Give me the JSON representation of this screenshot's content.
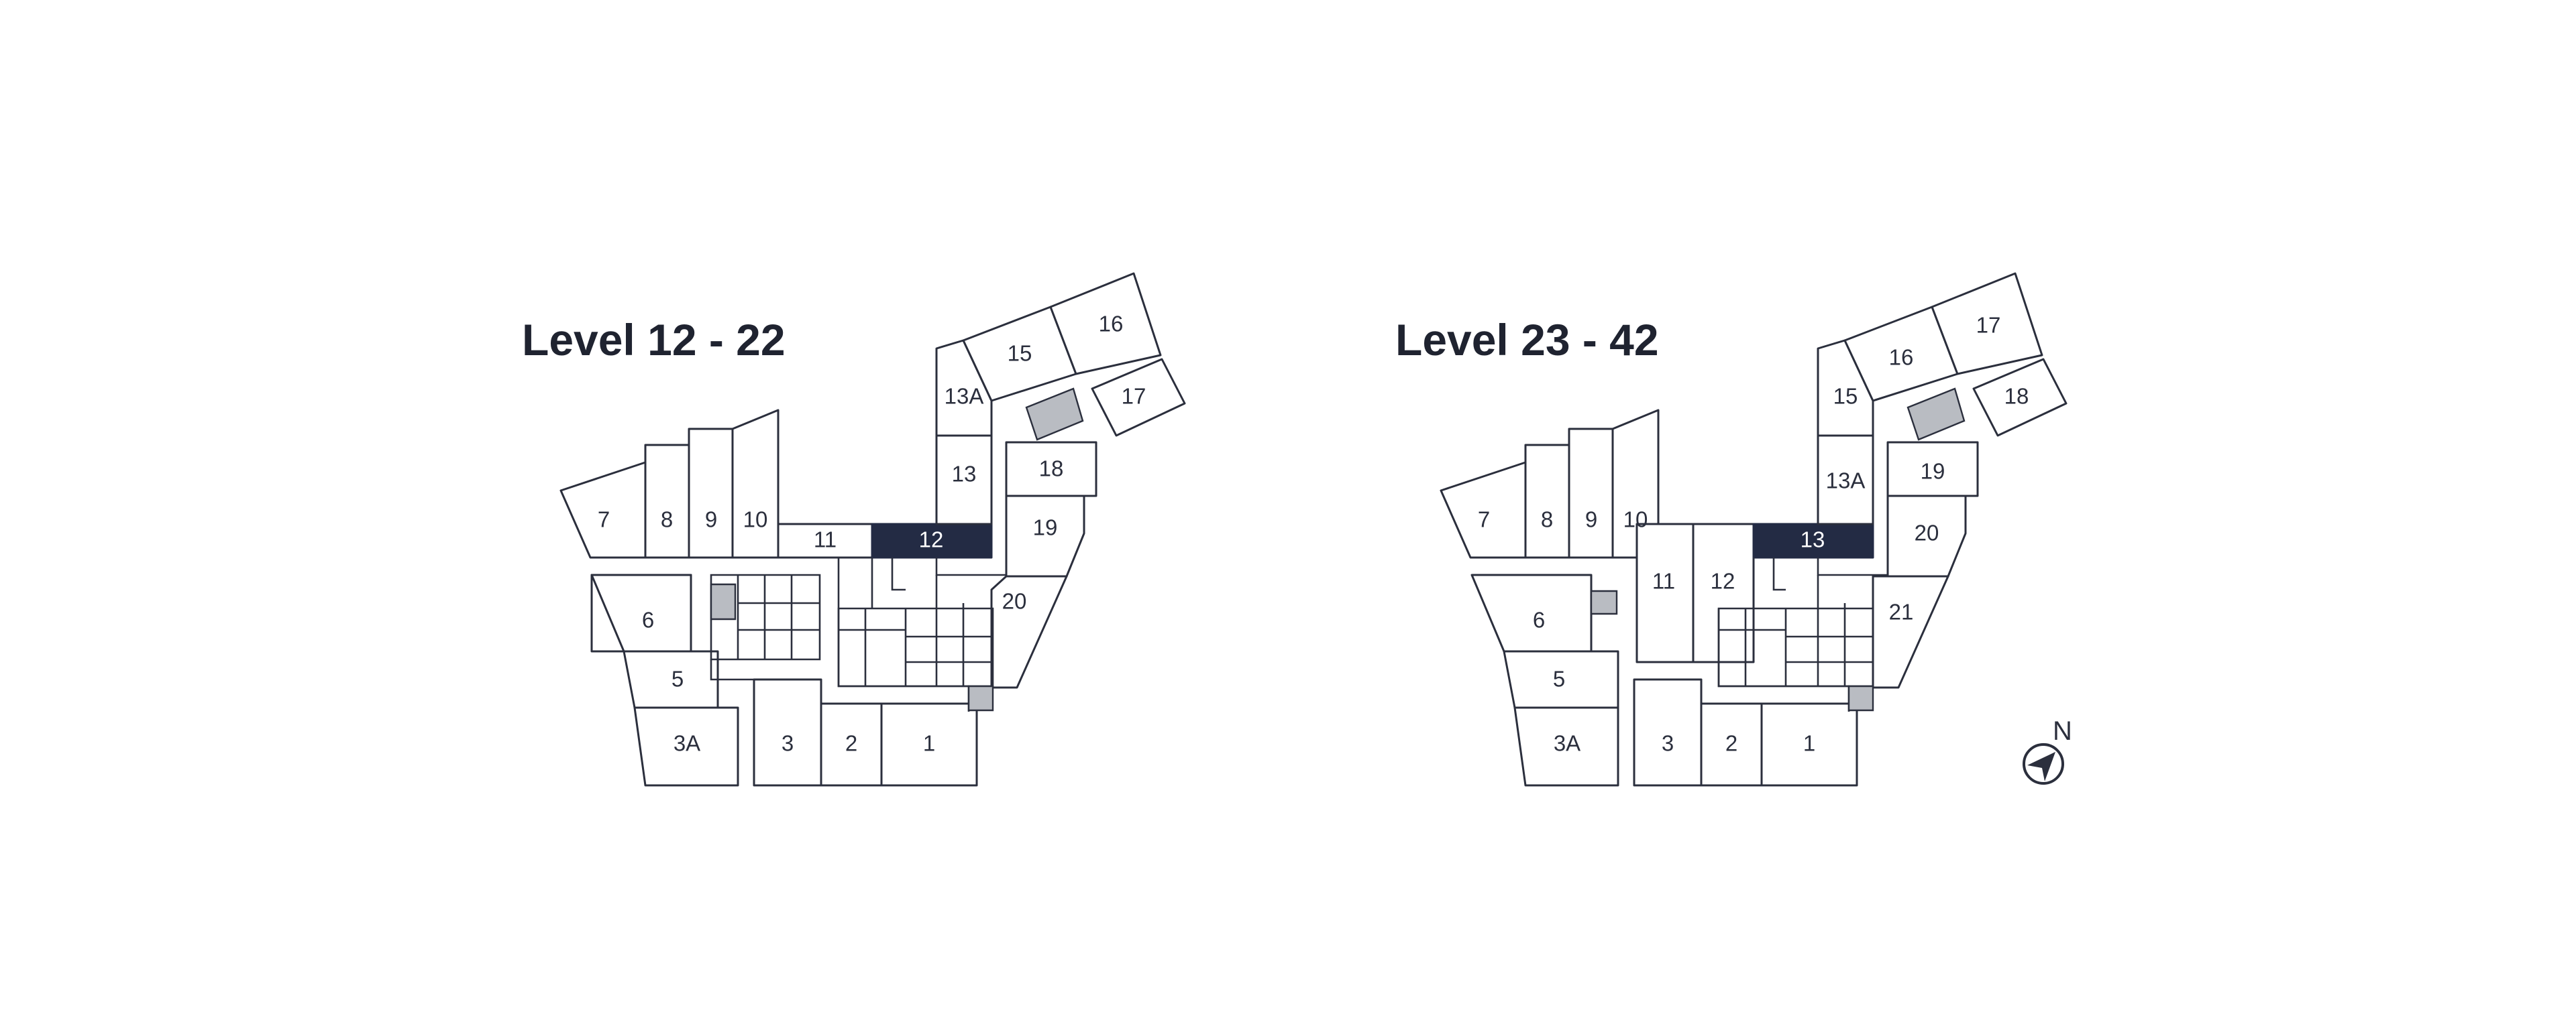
{
  "plans": [
    {
      "title": "Level 12 - 22",
      "units": [
        "7",
        "8",
        "9",
        "10",
        "11",
        "12",
        "13",
        "13A",
        "15",
        "16",
        "17",
        "18",
        "19",
        "20",
        "6",
        "5",
        "3A",
        "3",
        "2",
        "1"
      ],
      "highlighted_unit": "12"
    },
    {
      "title": "Level 23 - 42",
      "units": [
        "7",
        "8",
        "9",
        "10",
        "11",
        "12",
        "13",
        "13A",
        "15",
        "16",
        "17",
        "18",
        "19",
        "20",
        "21",
        "6",
        "5",
        "3A",
        "3",
        "2",
        "1"
      ],
      "highlighted_unit": "13"
    }
  ],
  "compass": {
    "label": "N",
    "icon": "north-arrow-icon"
  },
  "colors": {
    "line": "#2b2f3d",
    "highlight": "#232b44",
    "stair": "#b9bcc2"
  }
}
